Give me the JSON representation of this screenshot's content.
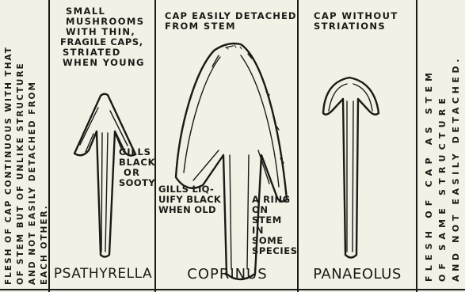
{
  "left_column": {
    "line1": "FLESH OF CAP CONTINUOUS WITH THAT",
    "line2": "OF STEM BUT OF UNLIKE STRUCTURE",
    "line3": "AND NOT EASILY DETACHED FROM",
    "line4": "EACH OTHER."
  },
  "right_column": {
    "line1": "FLESH OF CAP AS STEM",
    "line2": "OF SAME STRUCTURE",
    "line3": "AND NOT EASILY DETACHED."
  },
  "psathyrella": {
    "heading_lines": [
      "SMALL",
      "MUSHROOMS",
      "WITH THIN,",
      "FRAGILE CAPS,",
      "STRIATED",
      "WHEN YOUNG"
    ],
    "gills_lines": [
      "GILLS",
      "BLACK",
      "OR",
      "SOOTY"
    ],
    "label": "PSATHYRELLA"
  },
  "coprinus": {
    "heading_lines": [
      "CAP EASILY DETACHED",
      "FROM STEM"
    ],
    "gills_lines": [
      "GILLS LIQ-",
      "UIFY BLACK",
      "WHEN OLD"
    ],
    "ring_lines": [
      "A RING",
      "ON STEM",
      "IN SOME",
      "SPECIES"
    ],
    "label": "COPRINUS"
  },
  "panaeolus": {
    "heading_lines": [
      "CAP WITHOUT",
      "STRIATIONS"
    ],
    "label": "PANAEOLUS"
  }
}
